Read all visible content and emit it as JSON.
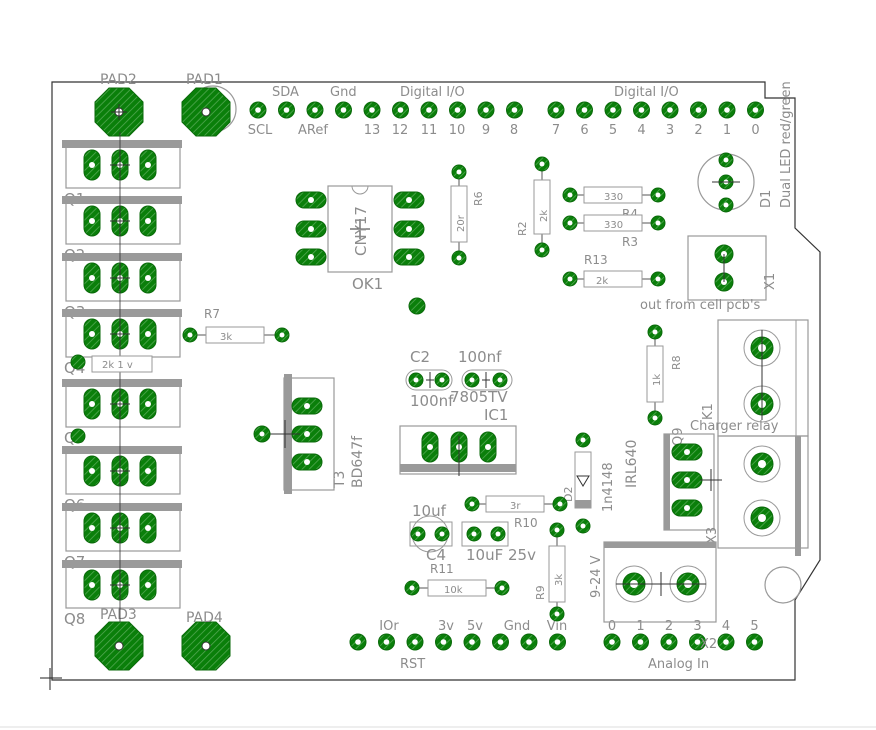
{
  "pads": [
    "PAD1",
    "PAD2",
    "PAD3",
    "PAD4"
  ],
  "header_top_left_upper": [
    "SDA",
    "Gnd",
    "Digital I/O"
  ],
  "header_top_left_lower": [
    "SCL",
    "ARef",
    "13",
    "12",
    "11",
    "10",
    "9",
    "8"
  ],
  "header_top_right_upper": "Digital I/O",
  "header_top_right_lower": [
    "7",
    "6",
    "5",
    "4",
    "3",
    "2",
    "1",
    "0"
  ],
  "header_bottom_left_upper": [
    "IOr",
    "3v",
    "5v",
    "Gnd",
    "Vin"
  ],
  "header_bottom_left_lower": "RST",
  "header_bottom_right_upper": [
    "0",
    "1",
    "2",
    "3",
    "4",
    "5"
  ],
  "header_bottom_right_lower": "Analog In",
  "transistors": [
    "Q1",
    "Q2",
    "Q3",
    "Q4",
    "Q5",
    "Q6",
    "Q7",
    "Q8",
    "Q9"
  ],
  "resistors": {
    "R2": "2k",
    "R3": "330",
    "R4": "330",
    "R6": "20r",
    "R7": "3k",
    "R8": "1k",
    "R9": "3k",
    "R10": "3r",
    "R11": "10k",
    "R13": "2k",
    "R_q4": "2k 1 v"
  },
  "components": {
    "optocoupler_name": "OK1",
    "optocoupler_value": "CNY17",
    "transistor_t3_name": "T3",
    "transistor_t3_value": "BD647f",
    "c2_name": "C2",
    "c2_value": "100nf",
    "c2_value_lower": "100nf",
    "regulator_name": "IC1",
    "regulator_value": "7805TV",
    "c4_name": "C4",
    "c4_value": "10uf",
    "c_value_b": "10uF 25v",
    "mosfet": "IRL640",
    "diode_name": "D2",
    "diode_value": "1n4148",
    "led_name": "D1",
    "led_value": "Dual LED red/green",
    "supply_voltage": "9-24 V",
    "terminal_x1": "X1",
    "terminal_x3": "X3",
    "terminal_x2": "X2",
    "relay_name": "K1",
    "cell_text": "out from cell pcb's",
    "relay_text": "Charger relay",
    "q9_label": "Q9"
  },
  "colors": {
    "copper": "#008000",
    "silk": "#8c8c8c",
    "outline": "#333333",
    "drill": "#ffffff"
  }
}
